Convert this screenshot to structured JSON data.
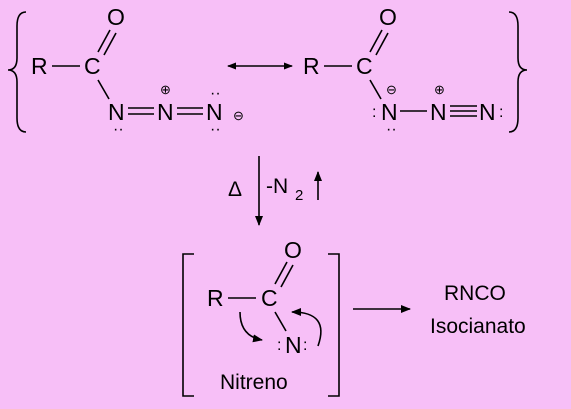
{
  "background_color": "#f7bff7",
  "structure_1": {
    "r": "R",
    "c": "C",
    "o": "O",
    "n1": "N",
    "n2": "N",
    "n3": "N",
    "charge_plus": "⊕",
    "charge_minus": "⊖"
  },
  "structure_2": {
    "r": "R",
    "c": "C",
    "o": "O",
    "n1": "N",
    "n2": "N",
    "n3": "N",
    "charge_minus": "⊖",
    "charge_plus": "⊕"
  },
  "conditions": {
    "heat": "Δ",
    "loss": "-N",
    "loss_subscript": "2"
  },
  "intermediate": {
    "r": "R",
    "c": "C",
    "o": "O",
    "n": "N",
    "label": "Nitreno"
  },
  "product": {
    "formula": "RNCO",
    "name": "Isocianato"
  }
}
